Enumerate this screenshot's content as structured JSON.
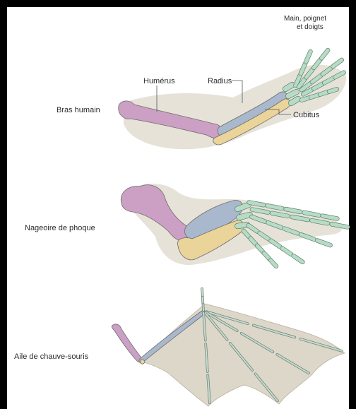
{
  "labels": {
    "bras_humain": "Bras humain",
    "humerus": "Humérus",
    "radius": "Radius",
    "cubitus": "Cubitus",
    "main_line1": "Main, poignet",
    "main_line2": "et doigts",
    "nageoire": "Nageoire de phoque",
    "aile": "Aile de chauve-souris"
  },
  "colors": {
    "humerus": "#cba0c4",
    "radius": "#a9b8cc",
    "cubitus": "#ead49a",
    "hand": "#b6dcc6",
    "membrane": "#ddd7c9",
    "skin": "#e6e2d8"
  }
}
